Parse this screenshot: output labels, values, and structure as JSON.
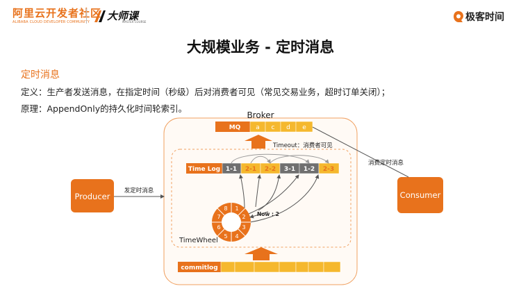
{
  "header": {
    "brand_cn": "阿里云开发者社区",
    "brand_en": "ALIBABA CLOUD DEVELOPER COMMUNITY",
    "course_cn": "大师课",
    "course_en": "MASTER COURSE",
    "geek_text": "极客时间"
  },
  "title": "大规模业务 - 定时消息",
  "subtitle": "定时消息",
  "definition": "定义：生产者发送消息，在指定时间（秒级）后对消费者可见（常见交易业务，超时订单关闭）；",
  "principle": "原理：AppendOnly的持久化时间轮索引。",
  "diagram": {
    "broker_label": "Broker",
    "mq_label": "MQ",
    "mq_cells": [
      "a",
      "c",
      "d",
      "e"
    ],
    "timeout_label": "Timeout：消费者可见",
    "consume_label": "消费定时消息",
    "send_label": "发定时消息",
    "producer": "Producer",
    "consumer": "Consumer",
    "timelog_label": "Time Log",
    "timelog_cells": [
      "1-1",
      "2-1",
      "2-2",
      "3-1",
      "1-2",
      "2-3"
    ],
    "timewheel_label": "TimeWheel",
    "now_label": "Now : 2",
    "wheel_slots": [
      "1",
      "2",
      "3",
      "4",
      "5",
      "6",
      "7",
      "8"
    ],
    "commitlog_label": "commitlog",
    "colors": {
      "orange": "#e8721c",
      "yellow": "#f5b82e",
      "gray": "#6f6f6f",
      "light_orange": "#fff6ee"
    }
  }
}
